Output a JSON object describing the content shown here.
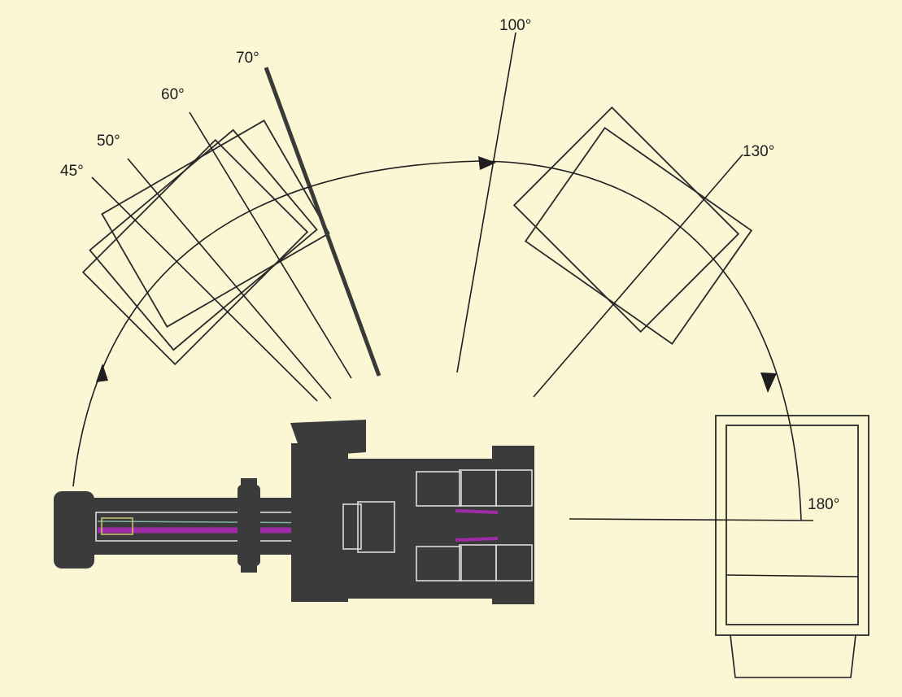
{
  "angle_labels": [
    "45°",
    "50°",
    "60°",
    "70°",
    "100°",
    "130°",
    "180°"
  ],
  "colors": {
    "background": "#fbf7d4",
    "lines": "#1e1e1e",
    "machine": "#3b3b3b",
    "accent_magenta": "#a02aa8"
  }
}
